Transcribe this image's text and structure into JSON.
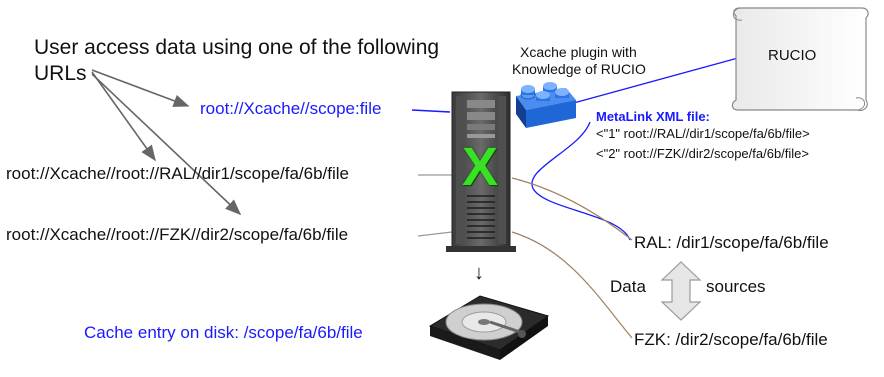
{
  "intro": {
    "line1": "User access data using one of the following",
    "line2": "URLs"
  },
  "urls": {
    "xcache_scope": "root://Xcache//scope:file",
    "ral_url": "root://Xcache//root://RAL//dir1/scope/fa/6b/file",
    "fzk_url": "root://Xcache//root://FZK//dir2/scope/fa/6b/file"
  },
  "plugin": {
    "line1": "Xcache plugin with",
    "line2": "Knowledge of RUCIO"
  },
  "rucio": {
    "label": "RUCIO"
  },
  "server": {
    "badge": "X"
  },
  "metalink": {
    "title": "MetaLink XML file:",
    "entry1": "<\"1\" root://RAL//dir1/scope/fa/6b/file>",
    "entry2": "<\"2\" root://FZK//dir2/scope/fa/6b/file>"
  },
  "sources": {
    "ral": "RAL: /dir1/scope/fa/6b/file",
    "fzk": "FZK: /dir2/scope/fa/6b/file",
    "data_label": "Data",
    "sources_label": "sources"
  },
  "cache": {
    "entry": "Cache entry on disk: /scope/fa/6b/file",
    "arrow": "↓"
  },
  "colors": {
    "blue": "#1a1aff",
    "lego": "#1f66d6",
    "server_green": "#39e023",
    "arrow_gray": "#666666",
    "brown_line": "#a08060"
  },
  "icons": {
    "server": "server-tower-icon",
    "disk": "hard-disk-icon",
    "lego": "lego-brick-icon",
    "rucio": "scroll-icon"
  }
}
